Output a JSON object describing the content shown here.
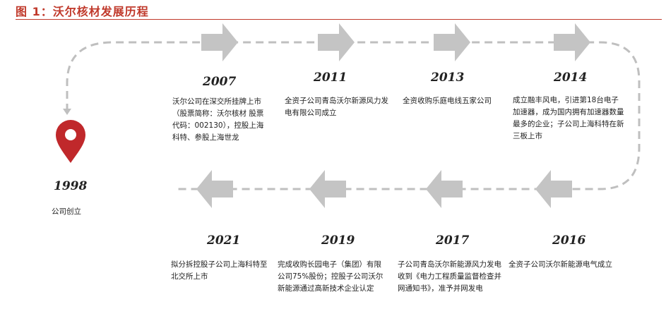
{
  "figure": {
    "title": "图 1：沃尔核材发展历程"
  },
  "colors": {
    "accent": "#c0392b",
    "marker": "#c0282b",
    "path": "#bfbfbf",
    "arrow": "#c4c4c4"
  },
  "icons": {
    "start_marker": "location-pin-icon",
    "arrows": "chevron-arrow-icon"
  },
  "events": [
    {
      "year": "1998",
      "text": "公司创立"
    },
    {
      "year": "2007",
      "text": "沃尔公司在深交所挂牌上市（股票简称：沃尔核材 股票代码：002130），控股上海科特、参股上海世龙"
    },
    {
      "year": "2011",
      "text": "全资子公司青岛沃尔新源风力发电有限公司成立"
    },
    {
      "year": "2013",
      "text": "全资收购乐庭电线五家公司"
    },
    {
      "year": "2014",
      "text": "成立融丰风电，引进第18台电子加速器，成为国内拥有加速器数量最多的企业；子公司上海科特在新三板上市"
    },
    {
      "year": "2016",
      "text": "全资子公司沃尔新能源电气成立"
    },
    {
      "year": "2017",
      "text": "子公司青岛沃尔新能源风力发电收到《电力工程质量监督检查并网通知书》，准予并网发电"
    },
    {
      "year": "2019",
      "text": "完成收购长园电子（集团）有限公司75%股份；控股子公司沃尔新能源通过高新技术企业认定"
    },
    {
      "year": "2021",
      "text": "拟分拆控股子公司上海科特至北交所上市"
    }
  ]
}
